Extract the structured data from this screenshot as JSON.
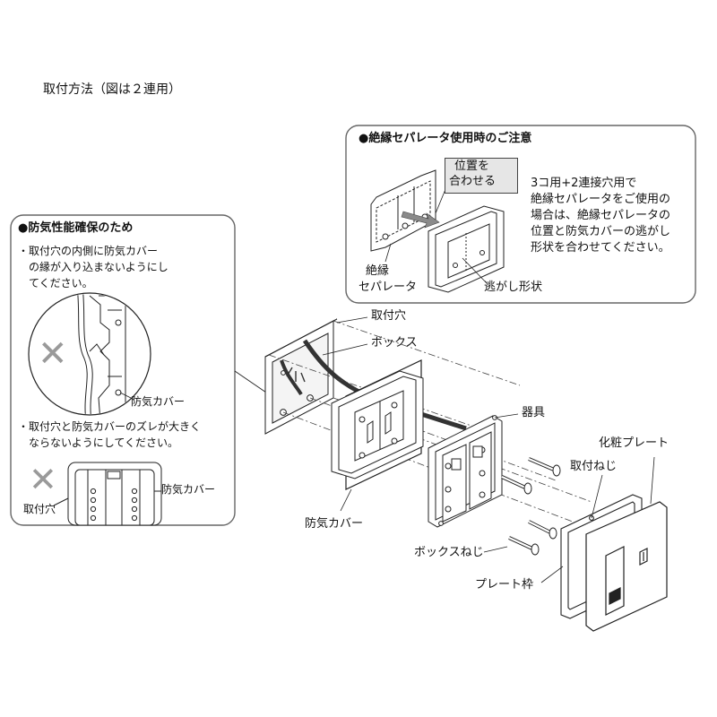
{
  "page_title": "取付方法（図は２連用）",
  "insulating_panel": {
    "heading": "●絶縁セパレータ使用時のご注意",
    "align_label_line1": "位置を",
    "align_label_line2": "合わせる",
    "separator_label_line1": "絶縁",
    "separator_label_line2": "セパレータ",
    "escape_shape_label": "逃がし形状",
    "note_lines": [
      "3コ用+2連接穴用で",
      "絶縁セパレータをご使用の",
      "場合は、絶縁セパレータの",
      "位置と防気カバーの逃がし",
      "形状を合わせてください。"
    ]
  },
  "airtight_panel": {
    "heading": "●防気性能確保のため",
    "note1_lines": [
      "・取付穴の内側に防気カバー",
      "　の縁が入り込まないようにし",
      "　てください。"
    ],
    "cover_label_1": "防気カバー",
    "note2_lines": [
      "・取付穴と防気カバーのズレが大きく",
      "　ならないようにしてください。"
    ],
    "hole_label": "取付穴",
    "cover_label_2": "防気カバー",
    "ng_mark": "✕"
  },
  "parts": {
    "hole": "取付穴",
    "box": "ボックス",
    "device": "器具",
    "plate": "化粧プレート",
    "mount_screw": "取付ねじ",
    "cover": "防気カバー",
    "box_screw": "ボックスねじ",
    "frame": "プレート枠"
  },
  "colors": {
    "line": "#222222",
    "panel_border": "#666666",
    "ng_mark": "#9a9a9a",
    "align_box_fill": "#e6e6e6",
    "arrow_fill": "#8a8a8a"
  }
}
